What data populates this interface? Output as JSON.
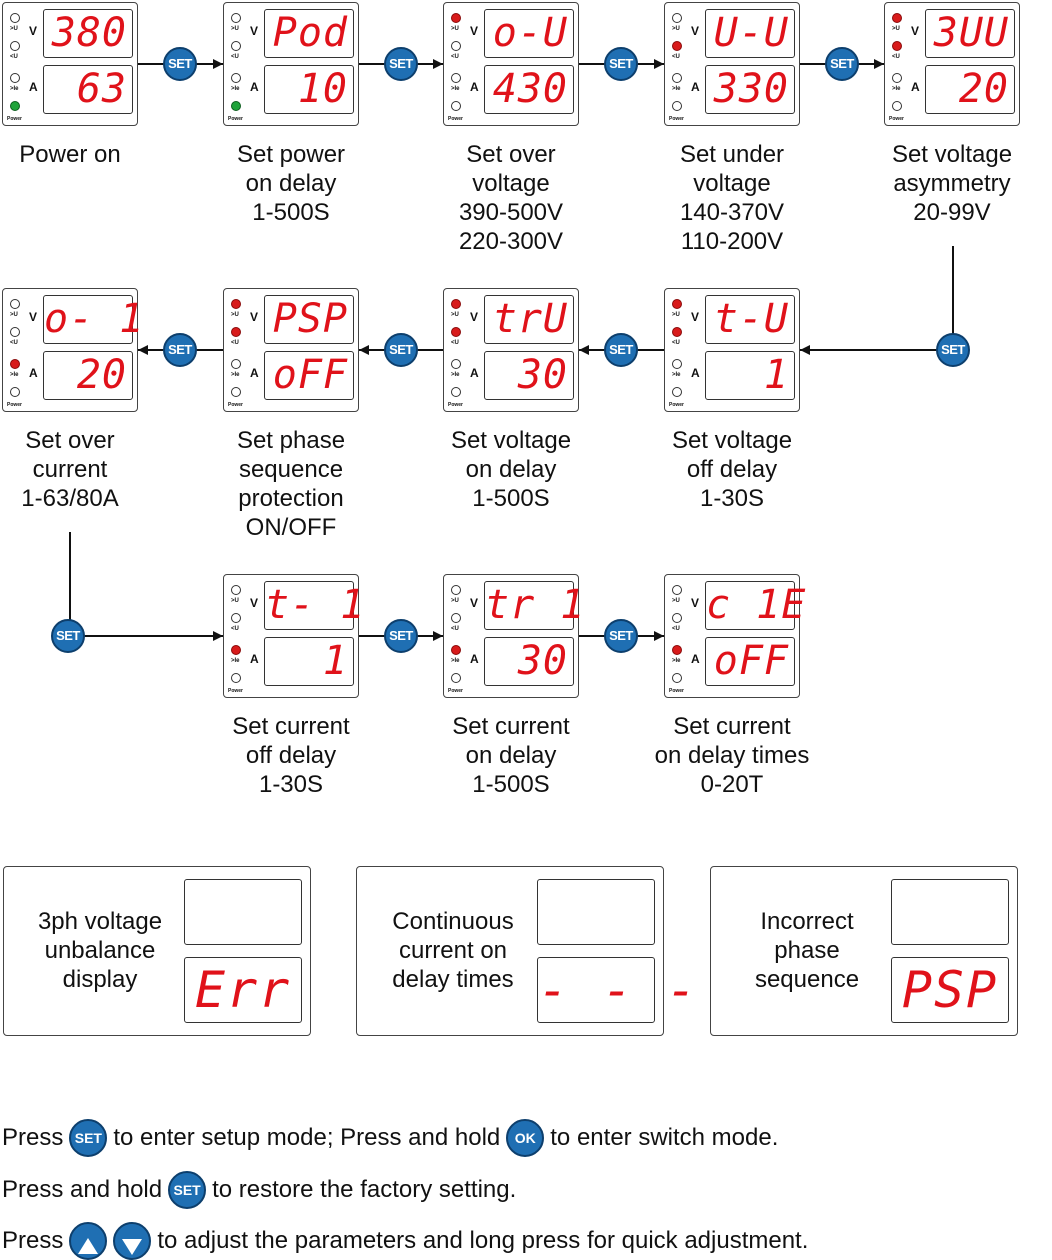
{
  "colors": {
    "display_red": "#e0121a",
    "button_blue": "#1f6fb3",
    "led_red": "#d81b1b",
    "led_green": "#1fa33a"
  },
  "common": {
    "set_label": "SET",
    "ok_label": "OK",
    "power_label": "Power",
    "led_over_voltage": ">U",
    "led_under_voltage": "<U",
    "led_over_current": ">Ie",
    "unit_voltage": "V",
    "unit_current": "A"
  },
  "steps": [
    {
      "top": "380",
      "bottom": "63",
      "leds": [
        "off",
        "off",
        "off",
        "green"
      ],
      "caption": "Power on"
    },
    {
      "top": "Pod",
      "bottom": "10",
      "leds": [
        "off",
        "off",
        "off",
        "green"
      ],
      "caption": "Set power\non delay\n1-500S"
    },
    {
      "top": "o-U",
      "bottom": "430",
      "leds": [
        "red",
        "off",
        "off",
        "off"
      ],
      "caption": "Set over\nvoltage\n390-500V\n220-300V"
    },
    {
      "top": "U-U",
      "bottom": "330",
      "leds": [
        "off",
        "red",
        "off",
        "off"
      ],
      "caption": "Set under\nvoltage\n140-370V\n110-200V"
    },
    {
      "top": "3UU",
      "bottom": "20",
      "leds": [
        "red",
        "red",
        "off",
        "off"
      ],
      "caption": "Set voltage\nasymmetry\n20-99V"
    },
    {
      "top": "t-U",
      "bottom": "1",
      "leds": [
        "red",
        "red",
        "off",
        "off"
      ],
      "caption": "Set voltage\noff delay\n1-30S"
    },
    {
      "top": "trU",
      "bottom": "30",
      "leds": [
        "red",
        "red",
        "off",
        "off"
      ],
      "caption": "Set voltage\non delay\n1-500S"
    },
    {
      "top": "PSP",
      "bottom": "oFF",
      "leds": [
        "red",
        "red",
        "off",
        "off"
      ],
      "caption": "Set phase\nsequence\nprotection\nON/OFF"
    },
    {
      "top": "o- 1",
      "bottom": "20",
      "leds": [
        "off",
        "off",
        "red",
        "off"
      ],
      "caption": "Set over\ncurrent\n1-63/80A"
    },
    {
      "top": "t- 1",
      "bottom": "1",
      "leds": [
        "off",
        "off",
        "red",
        "off"
      ],
      "caption": "Set current\noff delay\n1-30S"
    },
    {
      "top": "tr 1",
      "bottom": "30",
      "leds": [
        "off",
        "off",
        "red",
        "off"
      ],
      "caption": "Set current\non delay\n1-500S"
    },
    {
      "top": "c 1E",
      "bottom": "oFF",
      "leds": [
        "off",
        "off",
        "red",
        "off"
      ],
      "caption": "Set current\non delay times\n0-20T"
    }
  ],
  "errors": [
    {
      "label": "3ph voltage\nunbalance\ndisplay",
      "code": "Err",
      "position": "bottom"
    },
    {
      "label": "Continuous\ncurrent on\ndelay times",
      "code": "- - -",
      "position": "bottom"
    },
    {
      "label": "Incorrect\nphase\nsequence",
      "code": "PSP",
      "position": "bottom"
    }
  ],
  "instructions": {
    "line1": {
      "a": "Press",
      "b": "to enter setup mode; Press and hold",
      "c": "to enter switch mode."
    },
    "line2": {
      "a": "Press and hold",
      "b": "to restore the factory setting."
    },
    "line3": {
      "a": "Press",
      "b": "to adjust the parameters and long press for quick adjustment."
    }
  }
}
